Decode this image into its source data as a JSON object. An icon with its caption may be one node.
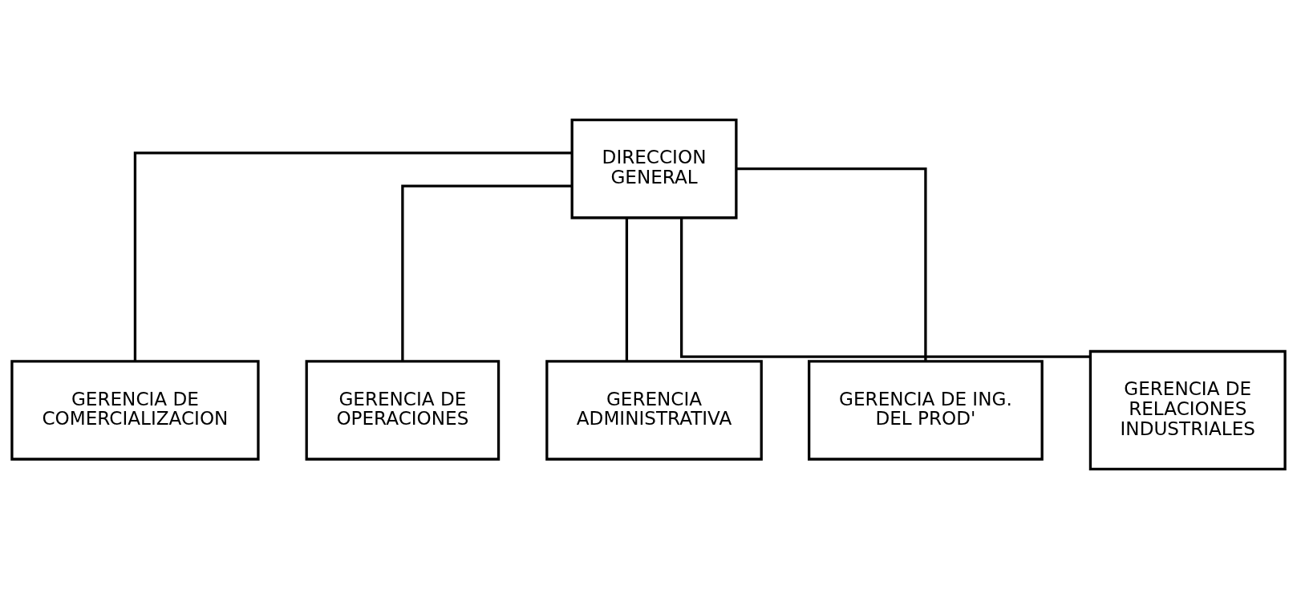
{
  "diagram": {
    "nodes": [
      {
        "text": [
          "DIRECCION GENERAL"
        ]
      },
      {
        "text": [
          "GERENCIA DE COMERCIALIZACION"
        ]
      },
      {
        "text": [
          "GERENCIA DE OPERACIONES"
        ]
      },
      {
        "text": [
          "GERENCIA ADMINISTRATIVA"
        ]
      },
      {
        "text": [
          "GERENCIA DE ING. DEL PROD'"
        ]
      },
      {
        "text": [
          "GERENCIA DE RELACIONES INDUSTRIALES"
        ]
      }
    ],
    "edges": [
      {
        "from": 0,
        "to": 1,
        "arrow": "none"
      },
      {
        "from": 0,
        "to": 2,
        "arrow": "none"
      },
      {
        "from": 0,
        "to": 3,
        "arrow": "none"
      },
      {
        "from": 0,
        "to": 4,
        "arrow": "none"
      },
      {
        "from": 0,
        "to": 5,
        "arrow": "none"
      }
    ]
  }
}
